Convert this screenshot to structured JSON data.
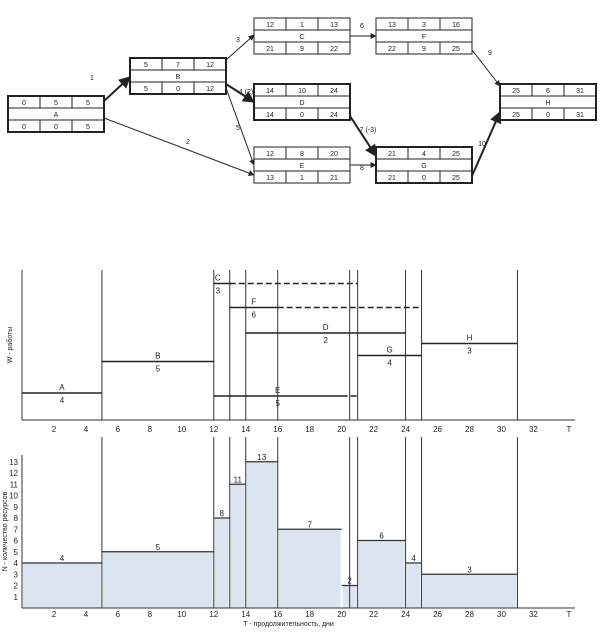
{
  "network": {
    "nodes": [
      {
        "id": "A",
        "es": 0,
        "dur": 5,
        "ef": 5,
        "ls": 0,
        "slack": 0,
        "lf": 5,
        "critical": true
      },
      {
        "id": "B",
        "es": 5,
        "dur": 7,
        "ef": 12,
        "ls": 5,
        "slack": 0,
        "lf": 12,
        "critical": true
      },
      {
        "id": "C",
        "es": 12,
        "dur": 1,
        "ef": 13,
        "ls": 21,
        "slack": 9,
        "lf": 22,
        "critical": false
      },
      {
        "id": "D",
        "es": 14,
        "dur": 10,
        "ef": 24,
        "ls": 14,
        "slack": 0,
        "lf": 24,
        "critical": true
      },
      {
        "id": "E",
        "es": 12,
        "dur": 8,
        "ef": 20,
        "ls": 13,
        "slack": 1,
        "lf": 21,
        "critical": false
      },
      {
        "id": "F",
        "es": 13,
        "dur": 3,
        "ef": 16,
        "ls": 22,
        "slack": 9,
        "lf": 25,
        "critical": false
      },
      {
        "id": "G",
        "es": 21,
        "dur": 4,
        "ef": 25,
        "ls": 21,
        "slack": 0,
        "lf": 25,
        "critical": true
      },
      {
        "id": "H",
        "es": 25,
        "dur": 6,
        "ef": 31,
        "ls": 25,
        "slack": 0,
        "lf": 31,
        "critical": true
      }
    ],
    "arrows": [
      {
        "from": "A",
        "to": "B",
        "label": "1",
        "critical": true
      },
      {
        "from": "A",
        "to": "E",
        "label": "2",
        "critical": false
      },
      {
        "from": "B",
        "to": "C",
        "label": "3",
        "critical": false
      },
      {
        "from": "B",
        "to": "D",
        "label": "4 (2)",
        "critical": true
      },
      {
        "from": "B",
        "to": "E",
        "label": "5",
        "critical": false
      },
      {
        "from": "C",
        "to": "F",
        "label": "6",
        "critical": false
      },
      {
        "from": "D",
        "to": "G",
        "label": "7 (-3)",
        "critical": true
      },
      {
        "from": "E",
        "to": "G",
        "label": "8",
        "critical": false
      },
      {
        "from": "F",
        "to": "H",
        "label": "9",
        "critical": false
      },
      {
        "from": "G",
        "to": "H",
        "label": "10",
        "critical": true
      }
    ]
  },
  "work_chart": {
    "ylabel": "W - работы",
    "x_ticks": [
      2,
      4,
      6,
      8,
      10,
      12,
      14,
      16,
      18,
      20,
      22,
      24,
      26,
      28,
      30,
      32
    ],
    "x_axis_label": "T",
    "vlines": [
      5,
      12,
      13,
      14,
      16,
      20.5,
      21,
      24,
      25,
      31
    ],
    "bars": [
      {
        "name": "A",
        "people": "4",
        "start": 0,
        "end": 5,
        "level": 0.18,
        "solid_end": 5
      },
      {
        "name": "B",
        "people": "5",
        "start": 5,
        "end": 12,
        "level": 0.39,
        "solid_end": 12
      },
      {
        "name": "C",
        "people": "3",
        "start": 12,
        "end": 21,
        "level": 0.91,
        "solid_end": 13
      },
      {
        "name": "F",
        "people": "6",
        "start": 13,
        "end": 25,
        "level": 0.75,
        "solid_end": 16
      },
      {
        "name": "D",
        "people": "2",
        "start": 14,
        "end": 24,
        "level": 0.58,
        "solid_end": 24
      },
      {
        "name": "G",
        "people": "4",
        "start": 21,
        "end": 25,
        "level": 0.43,
        "solid_end": 25
      },
      {
        "name": "H",
        "people": "3",
        "start": 25,
        "end": 31,
        "level": 0.51,
        "solid_end": 31
      },
      {
        "name": "E",
        "people": "5",
        "start": 12,
        "end": 21,
        "level": 0.16,
        "solid_end": 20
      }
    ]
  },
  "resource_chart": {
    "ylabel": "N - количество ресурсов",
    "xlabel": "T - продолжительность, дни",
    "x_axis_label": "T",
    "x_ticks": [
      2,
      4,
      6,
      8,
      10,
      12,
      14,
      16,
      18,
      20,
      22,
      24,
      26,
      28,
      30,
      32
    ],
    "y_ticks": [
      1,
      2,
      3,
      4,
      5,
      6,
      7,
      8,
      9,
      10,
      11,
      12,
      13
    ],
    "vlines": [
      5,
      12,
      13,
      14,
      16,
      20.5,
      21,
      24,
      25,
      31
    ],
    "segments": [
      {
        "start": 0,
        "end": 5,
        "value": 4,
        "label": "4"
      },
      {
        "start": 5,
        "end": 12,
        "value": 5,
        "label": "5"
      },
      {
        "start": 12,
        "end": 13,
        "value": 8,
        "label": "8"
      },
      {
        "start": 13,
        "end": 14,
        "value": 11,
        "label": "11"
      },
      {
        "start": 14,
        "end": 16,
        "value": 13,
        "label": "13"
      },
      {
        "start": 16,
        "end": 20,
        "value": 7,
        "label": "7"
      },
      {
        "start": 20,
        "end": 21,
        "value": 2,
        "label": "2"
      },
      {
        "start": 21,
        "end": 24,
        "value": 6,
        "label": "6"
      },
      {
        "start": 24,
        "end": 25,
        "value": 4,
        "label": "4"
      },
      {
        "start": 25,
        "end": 31,
        "value": 3,
        "label": "3"
      }
    ]
  }
}
